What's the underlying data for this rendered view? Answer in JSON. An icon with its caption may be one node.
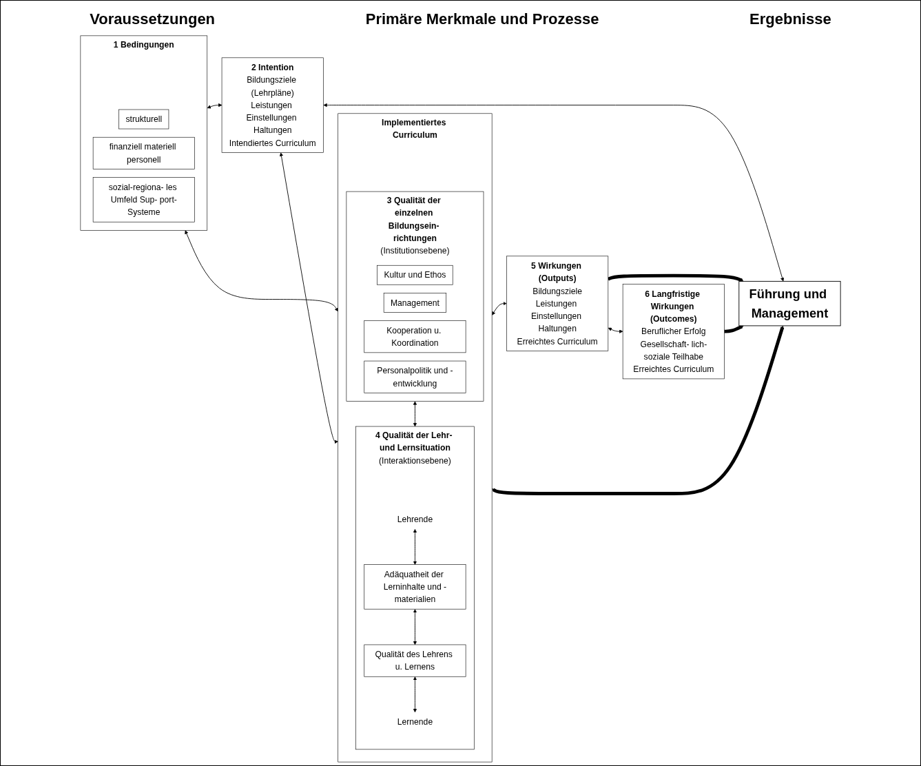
{
  "diagram": {
    "nodes": [
      {
        "text": [
          "1 Bedingungen"
        ]
      },
      {
        "text": [
          "strukturell"
        ],
        "in": 0
      },
      {
        "text": [
          "finanziell materiell personell"
        ],
        "in": 0
      },
      {
        "text": [
          "sozial-regiona- les Umfeld Sup- port-Systeme"
        ],
        "in": 0
      },
      {
        "text": [
          "2 Intention",
          "Bildungsziele (Lehrpläne)",
          "Leistungen Einstellungen Haltungen",
          "Intendiertes Curriculum"
        ]
      },
      {
        "text": [
          "Implementiertes Curriculum"
        ]
      },
      {
        "text": [
          "3 Qualität der einzelnen Bildungsein- richtungen"
        ],
        "in": 5,
        "beside": [
          "(Institutionsebene)"
        ]
      },
      {
        "text": [
          "Kultur und Ethos"
        ],
        "in": 6
      },
      {
        "text": [
          "Management"
        ],
        "in": 6
      },
      {
        "text": [
          "Kooperation u. Koordination"
        ],
        "in": 6
      },
      {
        "text": [
          "Personalpolitik und -entwicklung"
        ],
        "in": 6
      },
      {
        "text": [
          "4 Qualität der Lehr- und Lernsituation"
        ],
        "in": 5,
        "beside": [
          "(Interaktionsebene)"
        ]
      },
      {
        "text": [
          "Lehrende"
        ],
        "in": 11
      },
      {
        "text": [
          "Adäquatheit der Lerninhalte und -materialien"
        ],
        "in": 11
      },
      {
        "text": [
          "Qualität des Lehrens u. Lernens"
        ],
        "in": 11
      },
      {
        "text": [
          "Lernende"
        ],
        "in": 11
      },
      {
        "text": [
          "5 Wirkungen (Outputs)",
          "Bildungsziele",
          "Leistungen Einstellungen Haltungen",
          "Erreichtes Curriculum"
        ]
      },
      {
        "text": [
          "6 Langfristige Wirkungen (Outcomes)",
          "Beruflicher Erfolg",
          "Gesellschaft- lich-soziale Teilhabe",
          "Erreichtes Curriculum"
        ]
      },
      {
        "text": [
          "Führung und Management"
        ]
      }
    ],
    "edges": [
      {
        "from": 0,
        "to": 5,
        "arrow": "both"
      },
      {
        "from": 0,
        "to": 4,
        "arrow": "both"
      },
      {
        "from": 4,
        "to": 5,
        "arrow": "both"
      },
      {
        "from": 6,
        "to": 11,
        "arrow": "both"
      },
      {
        "from": 12,
        "to": 13,
        "arrow": "both"
      },
      {
        "from": 13,
        "to": 14,
        "arrow": "both"
      },
      {
        "from": 14,
        "to": 15,
        "arrow": "both"
      },
      {
        "from": 5,
        "to": 16,
        "arrow": "both"
      },
      {
        "from": 16,
        "to": 17,
        "arrow": "both"
      },
      {
        "from": 4,
        "to": 18,
        "arrow": "both"
      },
      {
        "from": 5,
        "to": 18,
        "arrow": "both",
        "style": "thick"
      },
      {
        "from": 16,
        "to": 18,
        "arrow": "to",
        "style": "thick"
      },
      {
        "from": 17,
        "to": 18,
        "arrow": "to",
        "style": "thick"
      }
    ],
    "labels": [
      "Voraussetzungen",
      "Primäre Merkmale und Prozesse",
      "Ergebnisse"
    ]
  }
}
